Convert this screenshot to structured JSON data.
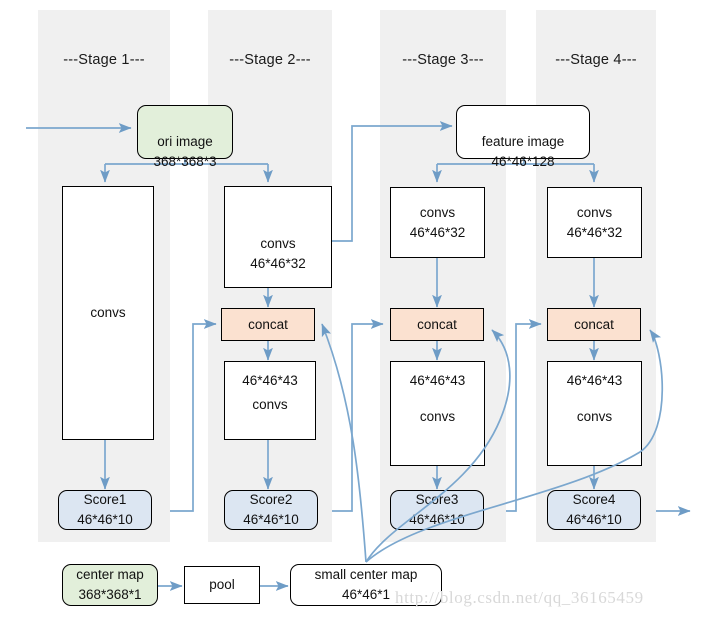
{
  "diagram": {
    "title": "Convolutional Pose Machines stage architecture",
    "colors": {
      "band": "#F0F0F0",
      "arrow": "#7BA7CE",
      "image_node": "#E2EFDA",
      "score_node": "#DCE6F2",
      "concat_node": "#FBE1D0",
      "plain_node": "#FFFFFF",
      "border": "#000000",
      "watermark": "#D8D8D8"
    },
    "stages": [
      {
        "label": "---Stage 1---"
      },
      {
        "label": "---Stage 2---"
      },
      {
        "label": "---Stage 3---"
      },
      {
        "label": "---Stage 4---"
      }
    ],
    "nodes": {
      "ori_image": {
        "line1": "ori image",
        "line2": "368*368*3"
      },
      "feature_image": {
        "line1": "feature image",
        "line2": "46*46*128"
      },
      "convs_s1": {
        "line1": "convs",
        "line2": ""
      },
      "convs_s2": {
        "line1": "convs",
        "line2": "46*46*32"
      },
      "convs_s3": {
        "line1": "convs",
        "line2": "46*46*32"
      },
      "convs_s4": {
        "line1": "convs",
        "line2": "46*46*32"
      },
      "concat_s2": {
        "line1": "concat",
        "line2": ""
      },
      "concat_s3": {
        "line1": "concat",
        "line2": ""
      },
      "concat_s4": {
        "line1": "concat",
        "line2": ""
      },
      "body_s2": {
        "line1": "46*46*43",
        "line2": "convs"
      },
      "body_s3": {
        "line1": "46*46*43",
        "line2": "convs"
      },
      "body_s4": {
        "line1": "46*46*43",
        "line2": "convs"
      },
      "score1": {
        "line1": "Score1",
        "line2": "46*46*10"
      },
      "score2": {
        "line1": "Score2",
        "line2": "46*46*10"
      },
      "score3": {
        "line1": "Score3",
        "line2": "46*46*10"
      },
      "score4": {
        "line1": "Score4",
        "line2": "46*46*10"
      },
      "center_map": {
        "line1": "center map",
        "line2": "368*368*1"
      },
      "pool": {
        "line1": "pool",
        "line2": ""
      },
      "small_center_map": {
        "line1": "small center map",
        "line2": "46*46*1"
      }
    },
    "watermark": "http://blog.csdn.net/qq_36165459"
  }
}
